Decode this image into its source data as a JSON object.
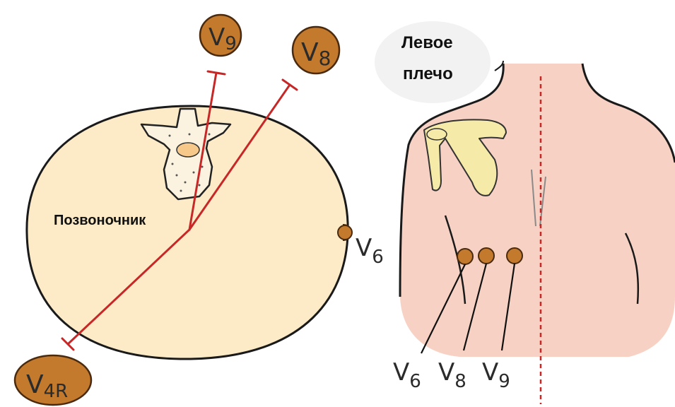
{
  "colors": {
    "lead_line": "#c62828",
    "electrode_fill": "#c47a2c",
    "electrode_stroke": "#4a2a0e",
    "torso_section": "#fdebc8",
    "skin": "#f7d2c4",
    "bone": "#f6eaa8"
  },
  "left_panel": {
    "spine_label": "Позвоночник",
    "leads": {
      "v9": {
        "base": "V",
        "sub": "9"
      },
      "v8": {
        "base": "V",
        "sub": "8"
      },
      "v6": {
        "base": "V",
        "sub": "6"
      },
      "v4r": {
        "base": "V",
        "sub": "4R"
      }
    }
  },
  "right_panel": {
    "shoulder_label_line1": "Левое",
    "shoulder_label_line2": "плечо",
    "leads": {
      "v6": {
        "base": "V",
        "sub": "6"
      },
      "v8": {
        "base": "V",
        "sub": "8"
      },
      "v9": {
        "base": "V",
        "sub": "9"
      }
    }
  }
}
